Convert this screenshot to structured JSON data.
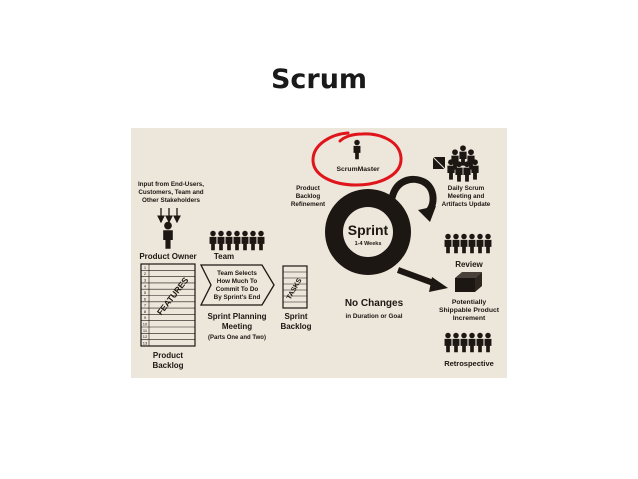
{
  "slide": {
    "title": "Scrum"
  },
  "diagram": {
    "input_lines": [
      "Input from End-Users,",
      "Customers, Team and",
      "Other Stakeholders"
    ],
    "product_owner": "Product Owner",
    "features_label": "FEATURES",
    "backlog_numbers": [
      "1",
      "2",
      "3",
      "4",
      "5",
      "6",
      "7",
      "8",
      "9",
      "10",
      "11",
      "12",
      "13"
    ],
    "product_backlog_lines": [
      "Product",
      "Backlog"
    ],
    "team": "Team",
    "team_selects_lines": [
      "Team Selects",
      "How Much To",
      "Commit To Do",
      "By Sprint's End"
    ],
    "sprint_planning_lines": [
      "Sprint Planning",
      "Meeting"
    ],
    "sprint_planning_sub": "(Parts One and Two)",
    "tasks_label": "TASKS",
    "sprint_backlog_lines": [
      "Sprint",
      "Backlog"
    ],
    "refinement_lines": [
      "Product",
      "Backlog",
      "Refinement"
    ],
    "scrum_master": "ScrumMaster",
    "sprint": "Sprint",
    "sprint_duration": "1-4 Weeks",
    "daily_scrum_lines": [
      "Daily Scrum",
      "Meeting and",
      "Artifacts Update"
    ],
    "review": "Review",
    "no_changes": "No Changes",
    "no_changes_sub": "in Duration or Goal",
    "increment_lines": [
      "Potentially",
      "Shippable Product",
      "Increment"
    ],
    "retrospective": "Retrospective",
    "colors": {
      "ink": "#1c1712",
      "paper": "#ede6db",
      "highlight": "#e0141b"
    }
  }
}
